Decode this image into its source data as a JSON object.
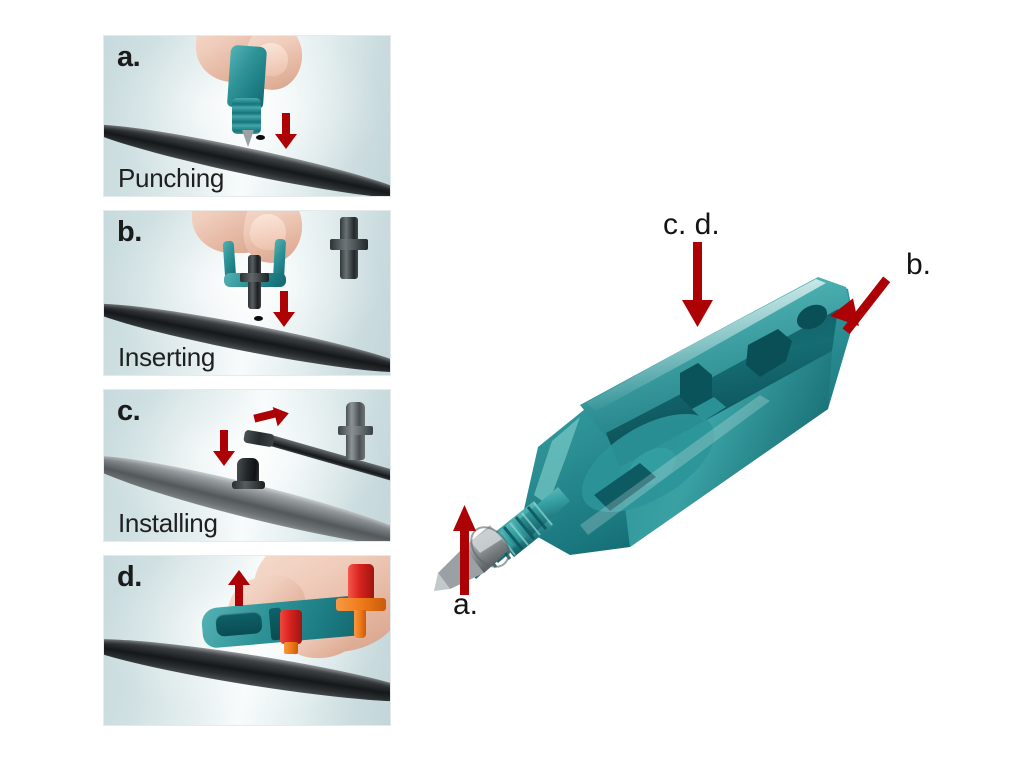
{
  "document": {
    "kind": "product-instruction-figure",
    "subject": "Drip irrigation hole punch tool"
  },
  "colors": {
    "arrow_red": "#ac0105",
    "tool_teal": "#2e9397",
    "tool_teal_light": "#55b2b4",
    "tool_teal_dark": "#12666d",
    "panel_background": "#cfe0e2",
    "text_black": "#1b1b1b",
    "tube_black": "#15181a",
    "emitter_red": "#d8231f",
    "emitter_orange": "#ef7a1a",
    "page_background": "#ffffff"
  },
  "steps": [
    {
      "id": "a",
      "letter": "a.",
      "caption": "Punching",
      "arrow_direction": "down",
      "has_inset": false,
      "inset_name": ""
    },
    {
      "id": "b",
      "letter": "b.",
      "caption": "Inserting",
      "arrow_direction": "down",
      "has_inset": true,
      "inset_name": "barbed-connector-inset"
    },
    {
      "id": "c",
      "letter": "c.",
      "caption": "Installing",
      "arrow_direction": "down-and-right",
      "has_inset": true,
      "inset_name": "barbed-coupler-inset"
    },
    {
      "id": "d",
      "letter": "d.",
      "caption": "",
      "arrow_direction": "up",
      "has_inset": false,
      "inset_name": ""
    }
  ],
  "product": {
    "name": "punch-tool",
    "callouts": [
      {
        "id": "cd",
        "label": "c. d.",
        "arrow_direction": "down",
        "points_at": "notch-jaw"
      },
      {
        "id": "b",
        "label": "b.",
        "arrow_direction": "down-left",
        "points_at": "open-head"
      },
      {
        "id": "a",
        "label": "a.",
        "arrow_direction": "up",
        "points_at": "metal-punch-tip"
      }
    ]
  }
}
